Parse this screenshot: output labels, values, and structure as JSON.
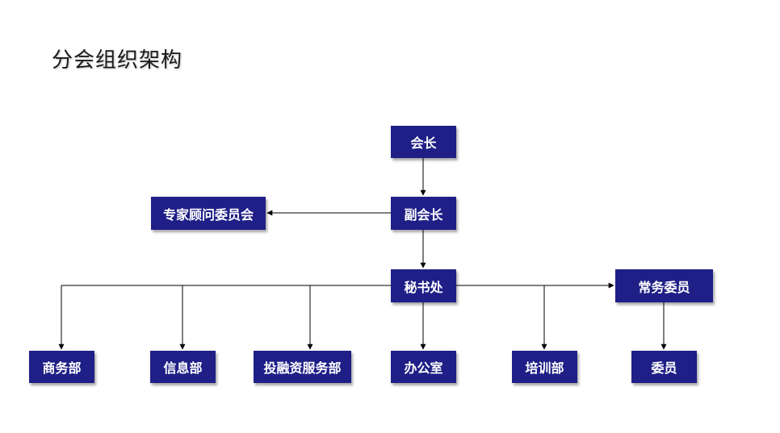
{
  "title": "分会组织架构",
  "colors": {
    "node_fill": "#1F1F87",
    "node_text": "#FFFFFF",
    "connector": "#000000"
  },
  "nodes": {
    "president": "会长",
    "vice_president": "副会长",
    "expert_committee": "专家顾问委员会",
    "secretariat": "秘书处",
    "standing_committee": "常务委员",
    "business_dept": "商务部",
    "info_dept": "信息部",
    "investment_dept": "投融资服务部",
    "office": "办公室",
    "training_dept": "培训部",
    "members": "委员"
  }
}
